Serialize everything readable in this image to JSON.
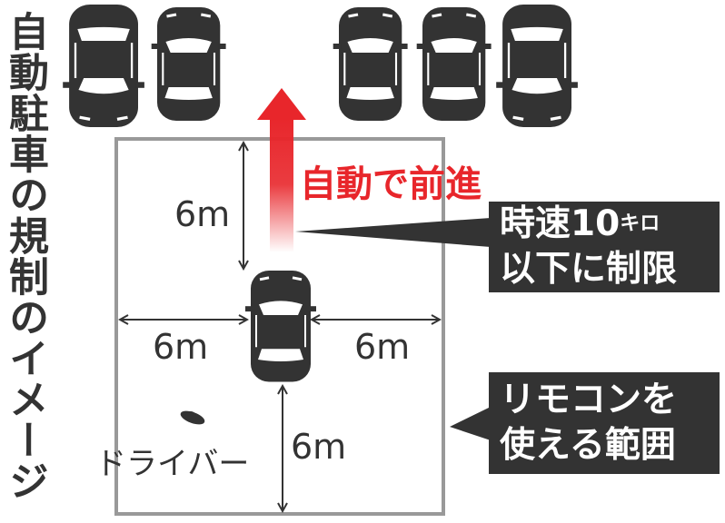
{
  "title": "自動駐車の規制のイメージ",
  "forward_label": "自動で前進",
  "distances": {
    "top": "6m",
    "left": "6m",
    "right": "6m",
    "bottom": "6m"
  },
  "speed_callout": {
    "line1_prefix": "時速10",
    "unit": "キロ",
    "line2": "以下に制限"
  },
  "remote_callout": {
    "line1": "リモコンを",
    "line2": "使える範囲"
  },
  "driver_label": "ドライバー",
  "colors": {
    "accent": "#e8262b",
    "dark": "#333333",
    "border": "#999999"
  }
}
